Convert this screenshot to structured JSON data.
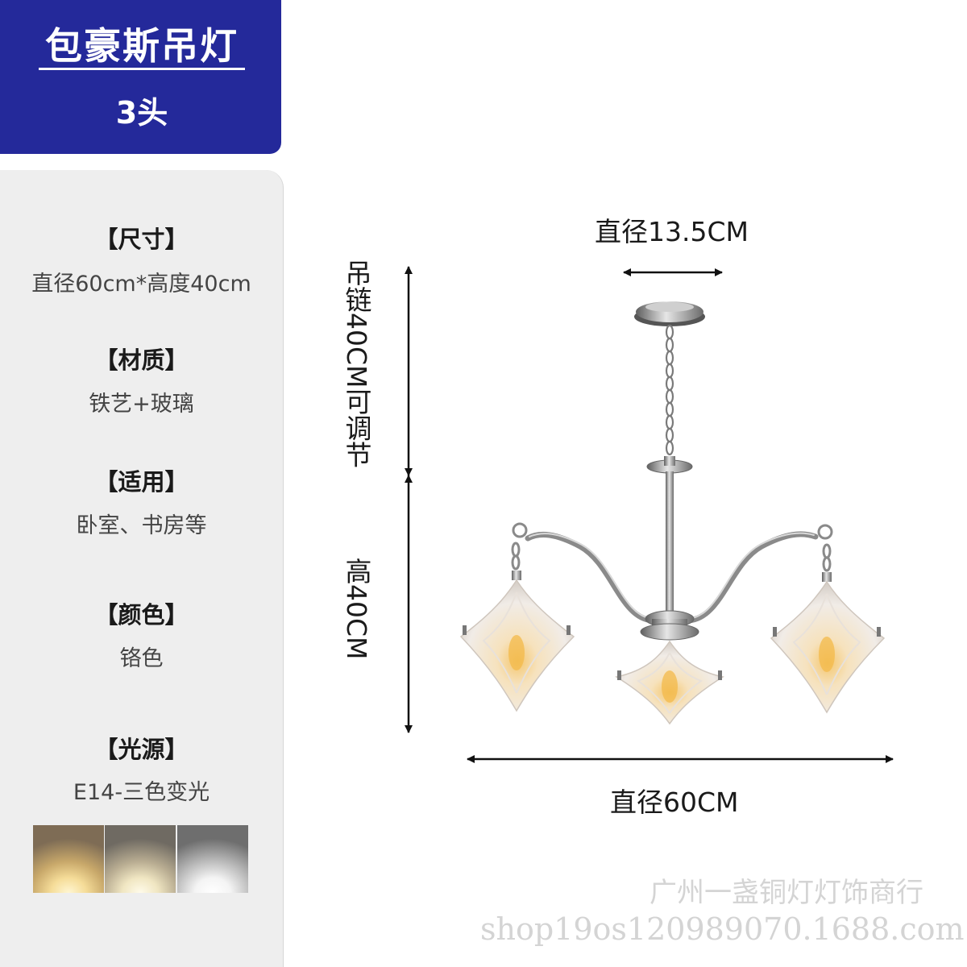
{
  "header": {
    "title": "包豪斯吊灯",
    "subtitle": "3头"
  },
  "specs": [
    {
      "heading": "【尺寸】",
      "value": "直径60cm*高度40cm"
    },
    {
      "heading": "【材质】",
      "value": "铁艺+玻璃"
    },
    {
      "heading": "【适用】",
      "value": "卧室、书房等"
    },
    {
      "heading": "【颜色】",
      "value": "铬色"
    },
    {
      "heading": "【光源】",
      "value": "E14-三色变光"
    }
  ],
  "light_swatches": [
    {
      "name": "warm",
      "color": "#f5dc98"
    },
    {
      "name": "neutral",
      "color": "#f0e6c2"
    },
    {
      "name": "cool",
      "color": "#f4f4f4"
    }
  ],
  "dimensions": {
    "canopy_diameter": "直径13.5CM",
    "chain_length": "吊链40CM可调节",
    "height": "高40CM",
    "overall_diameter": "直径60CM"
  },
  "watermark": {
    "shop_name": "广州一盏铜灯灯饰商行",
    "url": "shop19os120989070.1688.com"
  },
  "colors": {
    "header_bg": "#24299a",
    "panel_bg": "#eeeeee",
    "chrome": "#8c8c8c",
    "glass": "#f3ede6"
  }
}
